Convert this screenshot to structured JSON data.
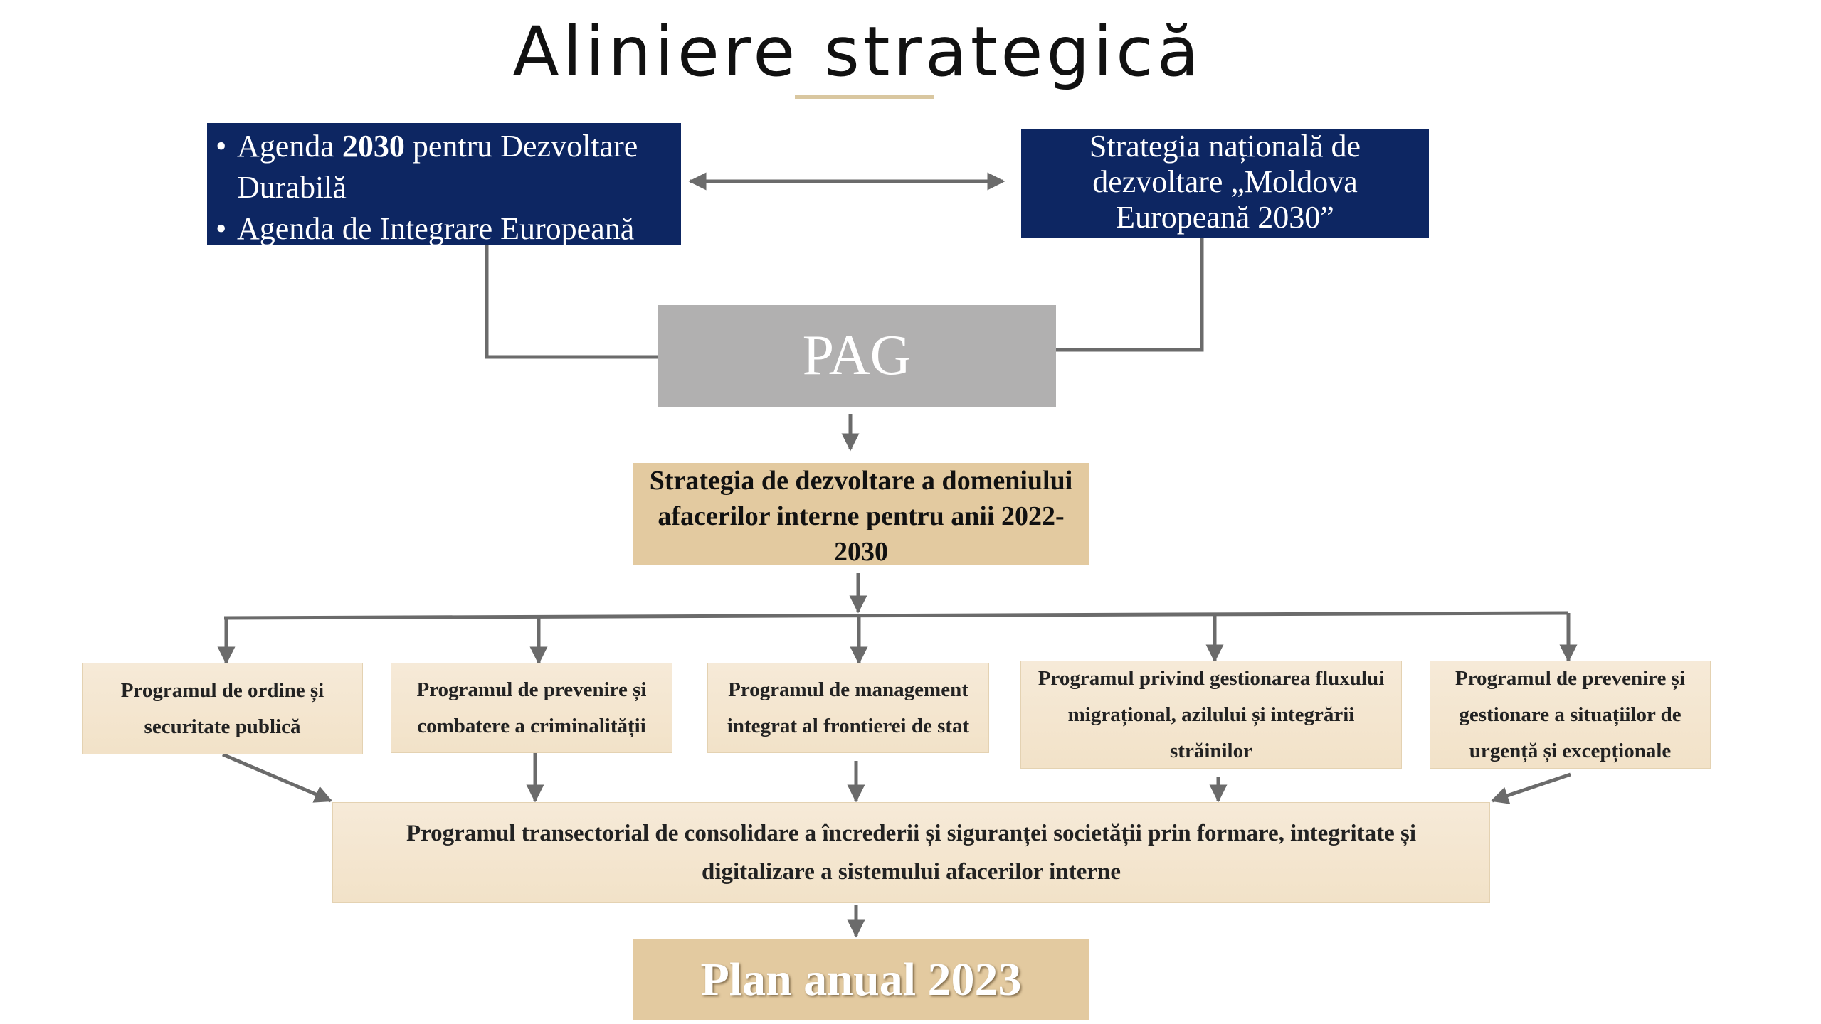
{
  "title": "Aliniere strategică",
  "colors": {
    "navy": "#0d2662",
    "grey": "#b1b0b0",
    "tan": "#e3caa0",
    "light_tan": "#f4e6d0",
    "connector": "#6b6b6b",
    "title_underline": "#d9c7a0"
  },
  "agenda_box": {
    "item1_before": "Agenda ",
    "item1_bold": "2030",
    "item1_after": " pentru Dezvoltare Durabilă",
    "item2": "Agenda de Integrare Europeană"
  },
  "national_strategy_box": {
    "text": "Strategia națională de dezvoltare „Moldova Europeană 2030”"
  },
  "pag_box": {
    "text": "PAG"
  },
  "internal_affairs_strategy_box": {
    "text": "Strategia de dezvoltare a domeniului afacerilor interne pentru anii 2022-2030"
  },
  "programs": [
    {
      "text": "Programul de ordine și securitate publică"
    },
    {
      "text": "Programul de prevenire și combatere a criminalității"
    },
    {
      "text": "Programul de management integrat al frontierei de stat"
    },
    {
      "text": "Programul privind gestionarea fluxului migrațional, azilului și integrării străinilor"
    },
    {
      "text": "Programul de prevenire și gestionare a situațiilor de urgență și excepționale"
    }
  ],
  "transectorial_box": {
    "text": "Programul  transectorial de consolidare a încrederii și siguranței societății prin formare, integritate și digitalizare a sistemului afacerilor interne"
  },
  "plan_box": {
    "text": "Plan anual 2023"
  }
}
